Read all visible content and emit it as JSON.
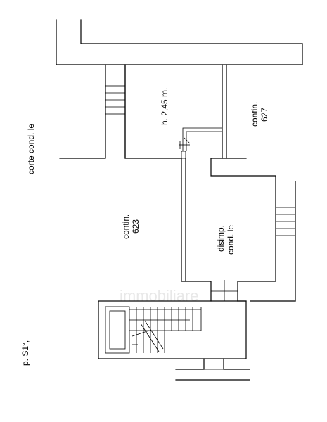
{
  "labels": {
    "corte": "corte cond. le",
    "height": "h. 2,45 m.",
    "contin627_a": "contin.",
    "contin627_b": "627",
    "contin623_a": "contin.",
    "contin623_b": "623",
    "disimp_a": "disimp.",
    "disimp_b": "cond. le",
    "floor": "p. S1°,"
  },
  "watermark": "immobiliare"
}
